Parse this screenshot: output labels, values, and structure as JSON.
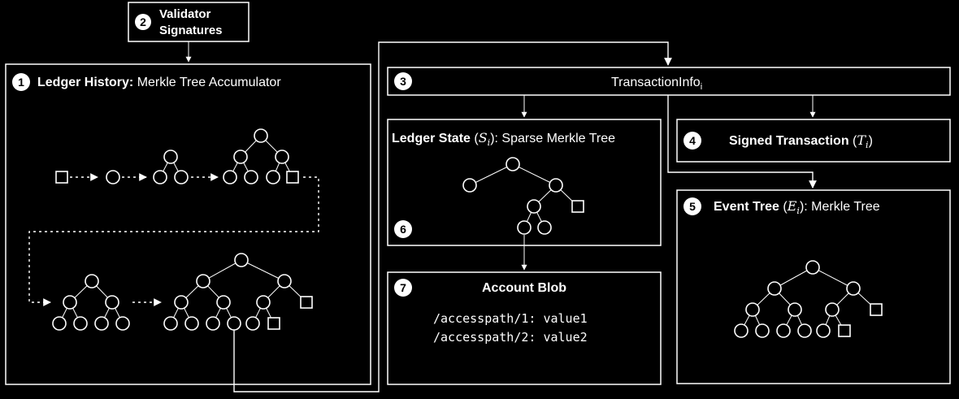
{
  "validator": {
    "num": "2",
    "line1": "Validator",
    "line2": "Signatures"
  },
  "ledger_history": {
    "num": "1",
    "title_bold": "Ledger History:",
    "title_rest": " Merkle Tree Accumulator"
  },
  "transaction_info": {
    "num": "3",
    "label": "TransactionInfo",
    "sub": "i"
  },
  "ledger_state": {
    "title_bold": "Ledger State",
    "var": "S",
    "sub": "i",
    "title_rest": ": Sparse Merkle Tree",
    "num": "6"
  },
  "signed_tx": {
    "num": "4",
    "label": "Signed Transaction",
    "var": "T",
    "sub": "i"
  },
  "event_tree": {
    "num": "5",
    "title_bold": "Event Tree",
    "var": "E",
    "sub": "i",
    "title_rest": ": Merkle Tree"
  },
  "account_blob": {
    "num": "7",
    "title": "Account Blob",
    "line1": "/accesspath/1: value1",
    "line2": "/accesspath/2: value2"
  }
}
